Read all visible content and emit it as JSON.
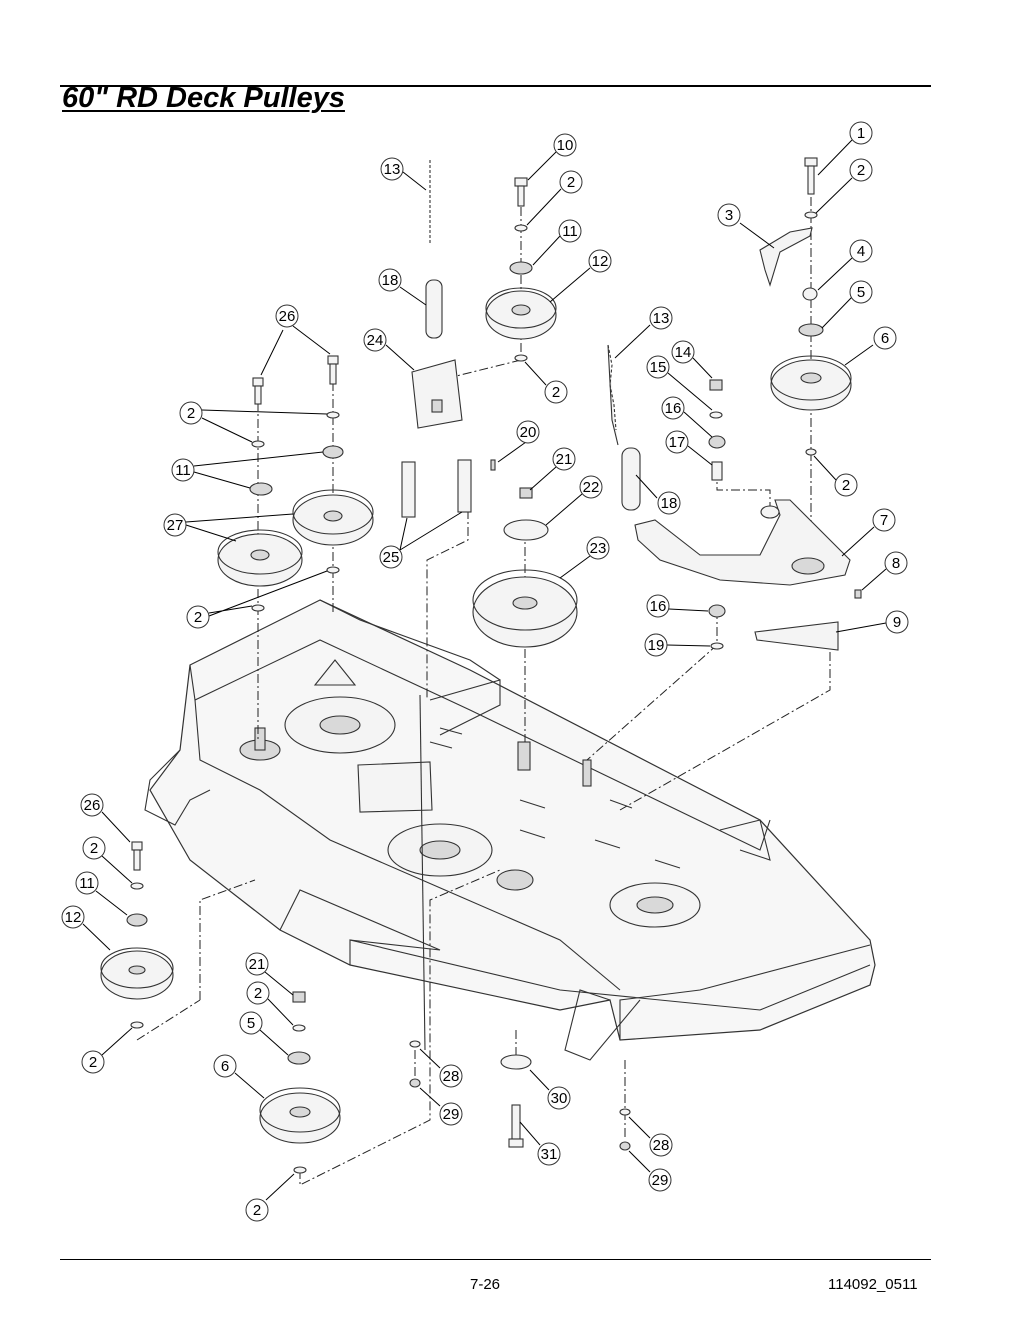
{
  "header": {
    "title": "60\" RD Deck Pulleys"
  },
  "footer": {
    "page_number": "7-26",
    "doc_code": "114092_0511"
  },
  "callouts": {
    "c1": "1",
    "c2a": "2",
    "c3": "3",
    "c4": "4",
    "c5a": "5",
    "c6a": "6",
    "c2b": "2",
    "c7": "7",
    "c8": "8",
    "c9": "9",
    "c10": "10",
    "c2c": "2",
    "c11a": "11",
    "c12a": "12",
    "c2d": "2",
    "c13a": "13",
    "c18a": "18",
    "c24": "24",
    "c13b": "13",
    "c14": "14",
    "c15": "15",
    "c16a": "16",
    "c17": "17",
    "c18b": "18",
    "c20": "20",
    "c21a": "21",
    "c22": "22",
    "c23": "23",
    "c25": "25",
    "c16b": "16",
    "c19": "19",
    "c26a": "26",
    "c2e": "2",
    "c11b": "11",
    "c27": "27",
    "c2f": "2",
    "c26b": "26",
    "c2g": "2",
    "c11c": "11",
    "c12b": "12",
    "c2h": "2",
    "c21b": "21",
    "c2i": "2",
    "c5b": "5",
    "c6b": "6",
    "c2j": "2",
    "c28a": "28",
    "c29a": "29",
    "c30": "30",
    "c31": "31",
    "c28b": "28",
    "c29b": "29"
  }
}
